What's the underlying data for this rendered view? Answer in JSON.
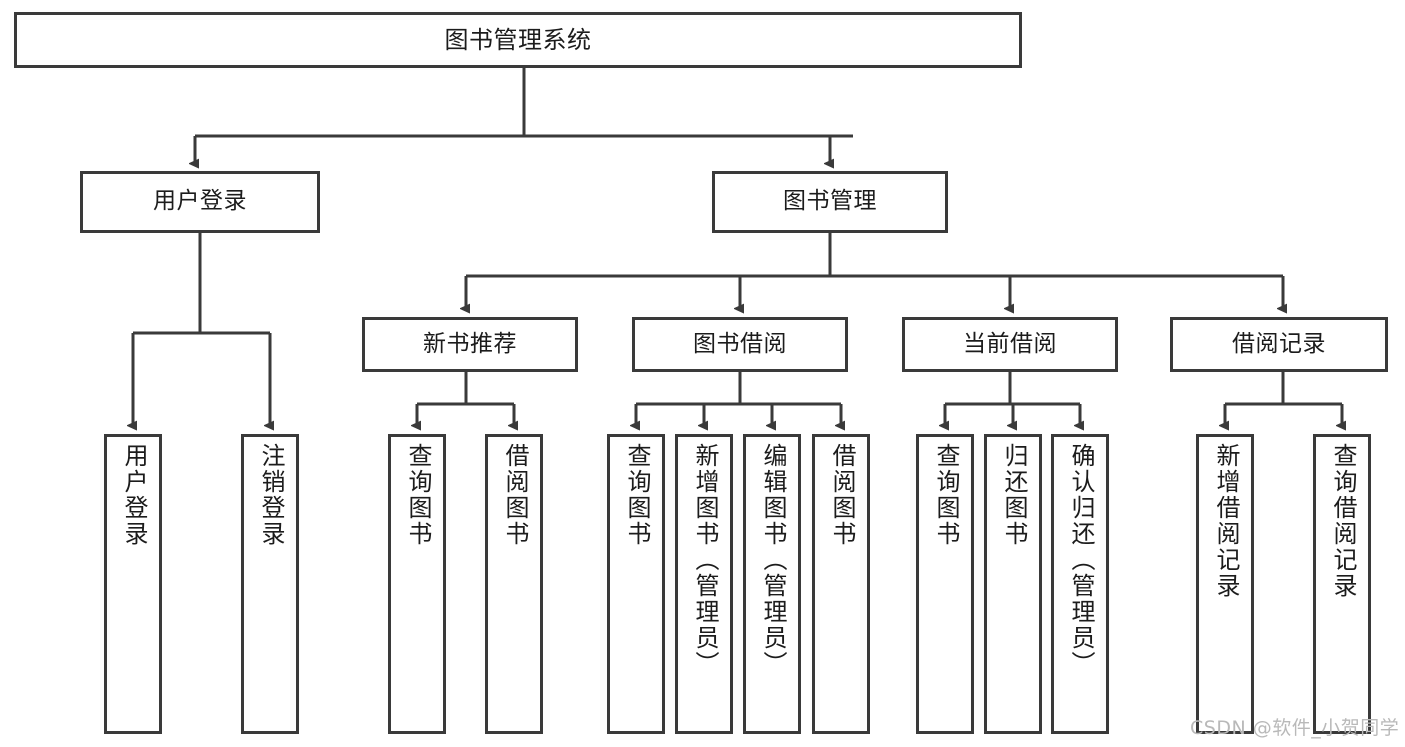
{
  "diagram": {
    "type": "hierarchy-tree",
    "title": "图书管理系统",
    "theme": {
      "stroke": "#3a3a3a",
      "fill": "#ffffff",
      "text": "#1c1c1c",
      "watermark": "#b9b9b9"
    },
    "levels": {
      "root": {
        "label": "图书管理系统"
      },
      "level2": [
        {
          "id": "user-login",
          "label": "用户登录"
        },
        {
          "id": "book-management",
          "label": "图书管理"
        }
      ],
      "level3": [
        {
          "id": "new-book-recommend",
          "label": "新书推荐"
        },
        {
          "id": "book-borrow",
          "label": "图书借阅"
        },
        {
          "id": "current-borrow",
          "label": "当前借阅"
        },
        {
          "id": "borrow-record",
          "label": "借阅记录"
        }
      ],
      "level4": {
        "user_login": [
          {
            "id": "leaf-user-login",
            "label": "用户登录"
          },
          {
            "id": "leaf-logout",
            "label": "注销登录"
          }
        ],
        "new_book_recommend": [
          {
            "id": "leaf-query-book-1",
            "label": "查询图书"
          },
          {
            "id": "leaf-borrow-book-1",
            "label": "借阅图书"
          }
        ],
        "book_borrow": [
          {
            "id": "leaf-query-book-2",
            "label": "查询图书"
          },
          {
            "id": "leaf-add-book",
            "label": "新增图书（管理员）"
          },
          {
            "id": "leaf-edit-book",
            "label": "编辑图书（管理员）"
          },
          {
            "id": "leaf-borrow-book-2",
            "label": "借阅图书"
          }
        ],
        "current_borrow": [
          {
            "id": "leaf-query-book-3",
            "label": "查询图书"
          },
          {
            "id": "leaf-return-book",
            "label": "归还图书"
          },
          {
            "id": "leaf-confirm-return",
            "label": "确认归还（管理员）"
          }
        ],
        "borrow_record": [
          {
            "id": "leaf-add-record",
            "label": "新增借阅记录"
          },
          {
            "id": "leaf-query-record",
            "label": "查询借阅记录"
          }
        ]
      }
    }
  },
  "watermark": {
    "text": "CSDN @软件_小贺同学"
  }
}
